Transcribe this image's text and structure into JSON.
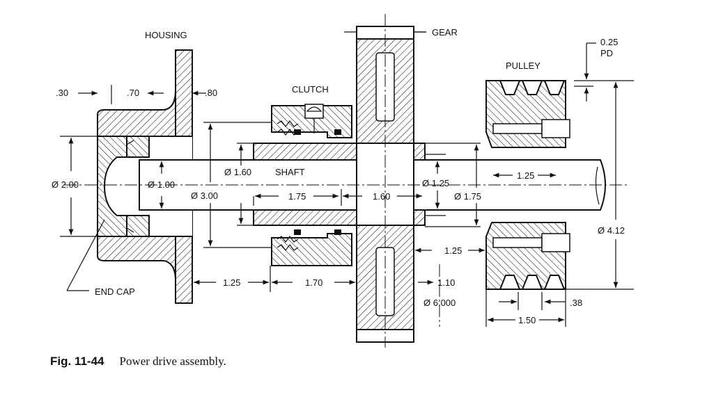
{
  "labels": {
    "housing": "HOUSING",
    "clutch": "CLUTCH",
    "gear": "GEAR",
    "pulley": "PULLEY",
    "shaft": "SHAFT",
    "end_cap": "END CAP",
    "pd_value": "0.25",
    "pd_unit": "PD"
  },
  "dimensions": {
    "d30": ".30",
    "d70": ".70",
    "d80": ".80",
    "dia200": "Ø 2.00",
    "dia100": "Ø 1.00",
    "dia300": "Ø 3.00",
    "dia160": "Ø 1.60",
    "d175": "1.75",
    "d160": "1.60",
    "dia125": "Ø 1.25",
    "dia175": "Ø 1.75",
    "d125_pulley": "1.25",
    "d125_gear": "1.25",
    "dia412": "Ø 4.12",
    "d125_housing": "1.25",
    "d170": "1.70",
    "d110": "1.10",
    "dia6000": "Ø 6.000",
    "d38": ".38",
    "d150": "1.50"
  },
  "caption": {
    "number": "Fig. 11-44",
    "text": "Power drive assembly."
  }
}
